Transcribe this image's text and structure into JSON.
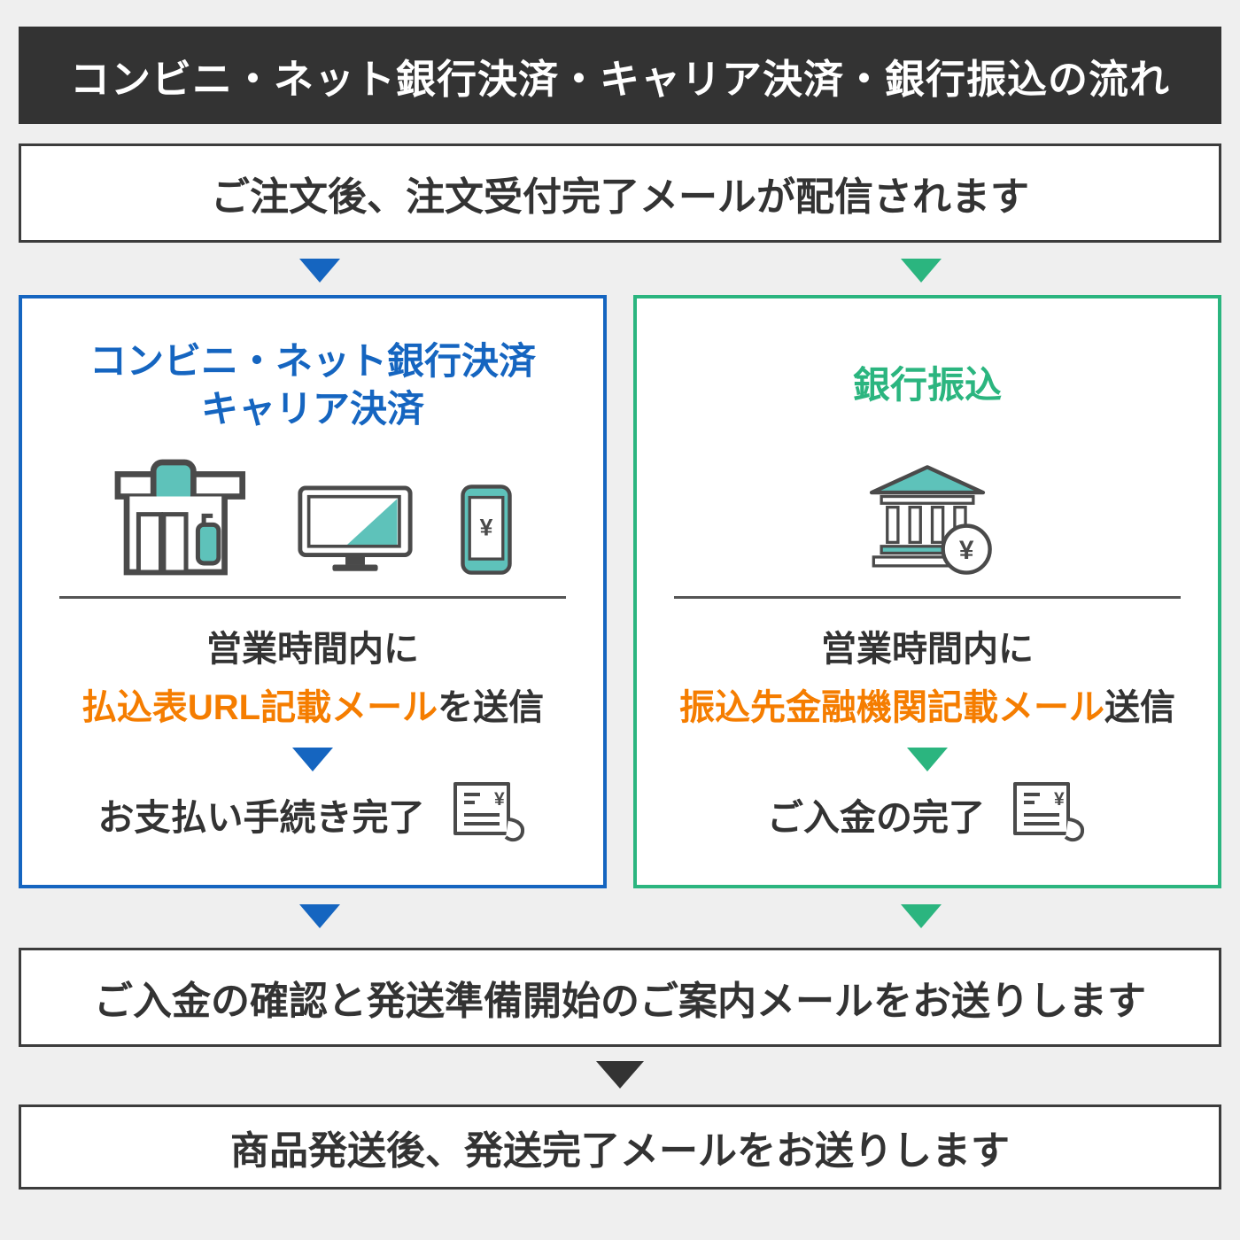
{
  "header": {
    "title": "コンビニ・ネット銀行決済・キャリア決済・銀行振込の流れ"
  },
  "steps": {
    "order_received": "ご注文後、注文受付完了メールが配信されます",
    "payment_confirmed": "ご入金の確認と発送準備開始のご案内メールをお送りします",
    "shipped": "商品発送後、発送完了メールをお送りします"
  },
  "left_panel": {
    "title_line1": "コンビニ・ネット銀行決済",
    "title_line2": "キャリア決済",
    "timing": "営業時間内に",
    "mail_highlight": "払込表URL記載メール",
    "mail_suffix": "を送信",
    "complete": "お支払い手続き完了",
    "icons": [
      "convenience-store-icon",
      "computer-monitor-icon",
      "smartphone-icon",
      "receipt-icon"
    ]
  },
  "right_panel": {
    "title": "銀行振込",
    "timing": "営業時間内に",
    "mail_highlight": "振込先金融機関記載メール",
    "mail_suffix": "送信",
    "complete": "ご入金の完了",
    "icons": [
      "bank-icon",
      "receipt-icon"
    ]
  },
  "glyphs": {
    "yen": "¥"
  },
  "colors": {
    "header_bg": "#333333",
    "blue": "#1565c0",
    "green": "#2bb57f",
    "orange": "#f57d00",
    "teal": "#5ec2ba",
    "background": "#efefef"
  }
}
